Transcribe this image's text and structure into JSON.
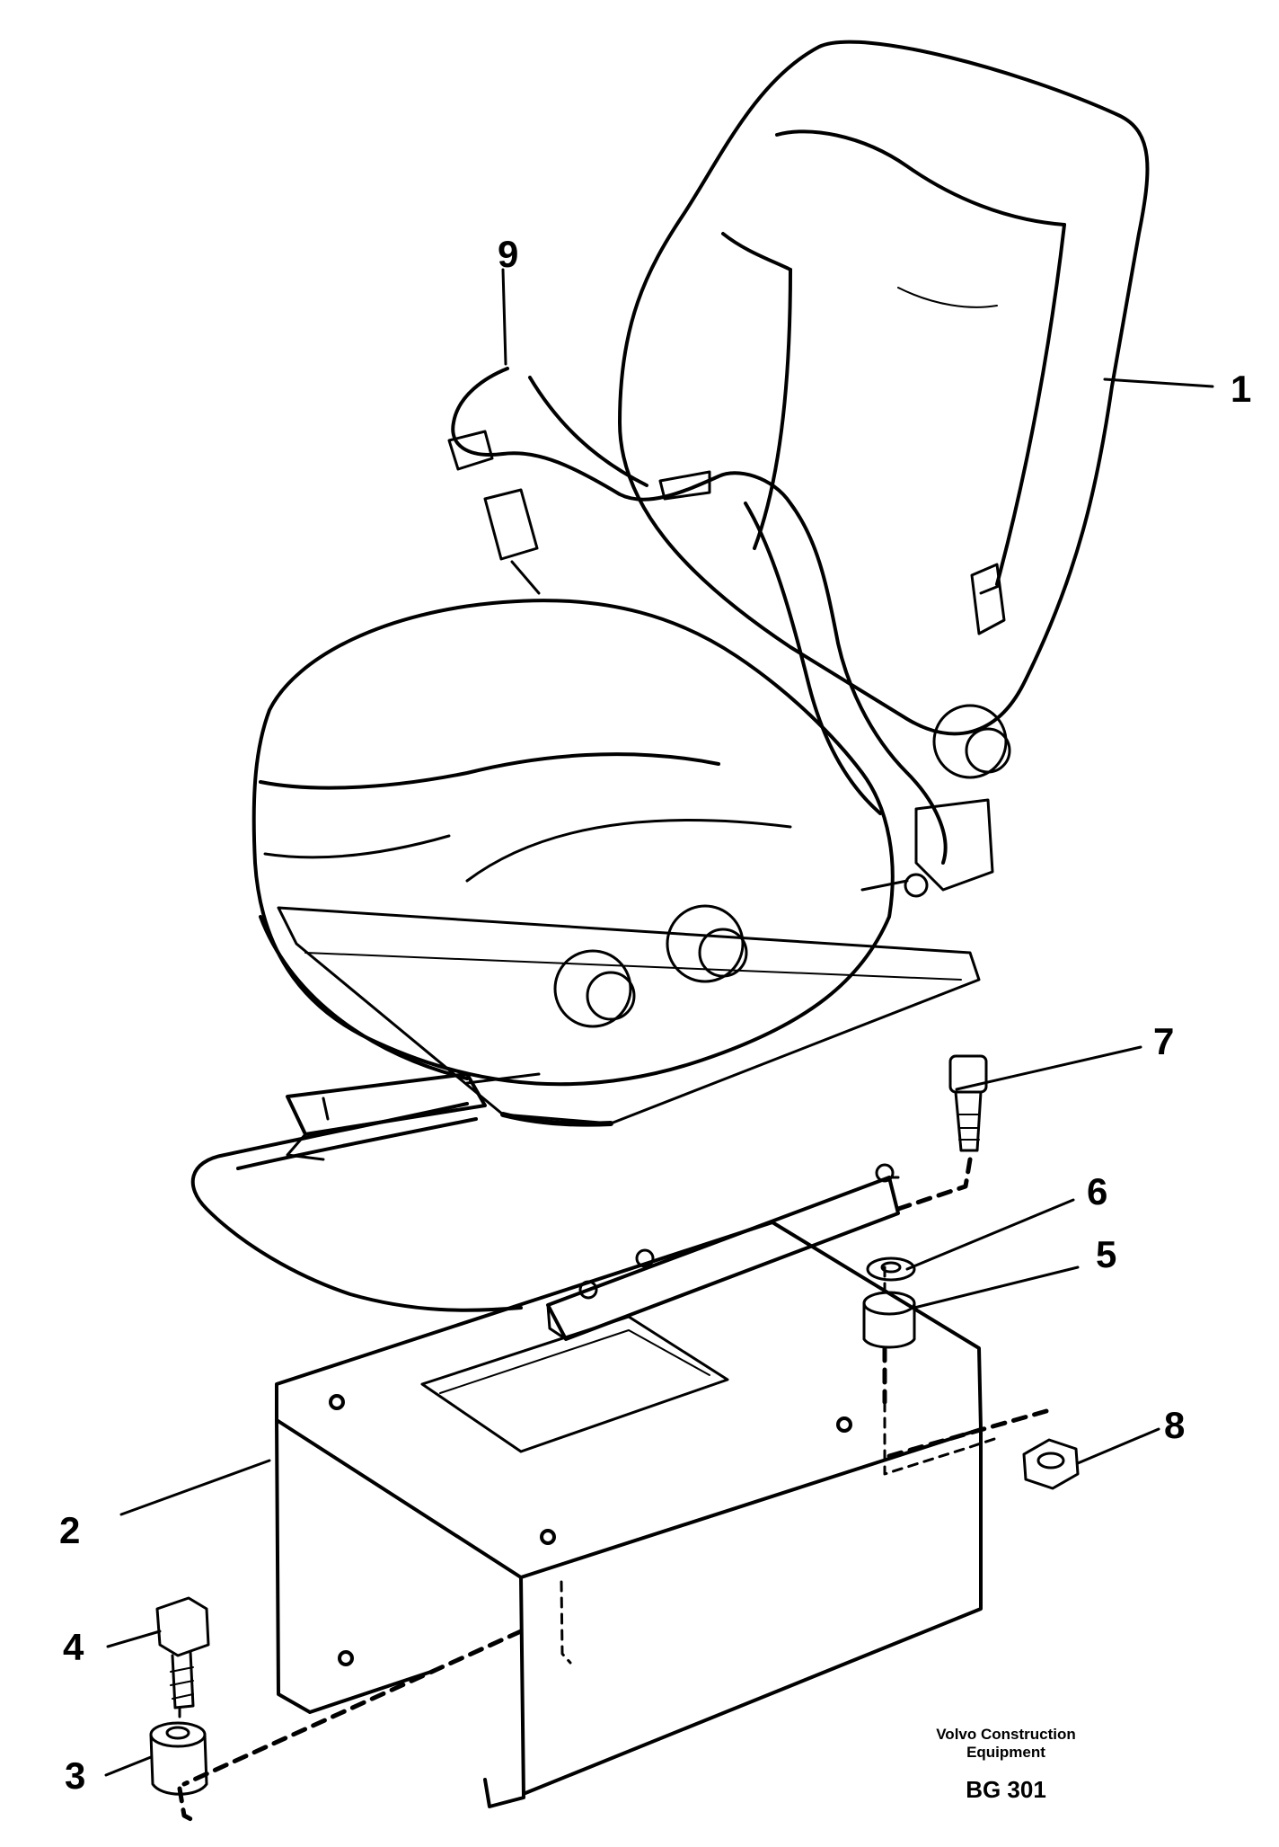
{
  "callouts": {
    "c1": "1",
    "c2": "2",
    "c3": "3",
    "c4": "4",
    "c5": "5",
    "c6": "6",
    "c7": "7",
    "c8": "8",
    "c9": "9"
  },
  "credit": {
    "line1": "Volvo Construction",
    "line2": "Equipment",
    "code": "BG 301"
  }
}
